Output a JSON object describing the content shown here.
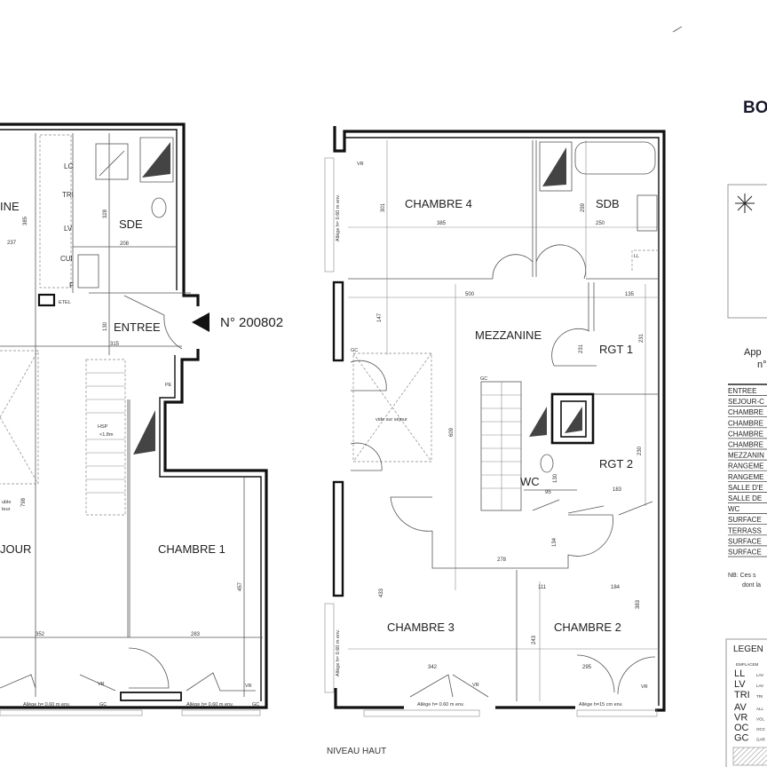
{
  "plan_left": {
    "rooms": {
      "cuisine": "INE",
      "sde": "SDE",
      "entree": "ENTREE",
      "sejour": "JOUR",
      "chambre1": "CHAMBRE 1"
    },
    "fixtures": {
      "lc": "LC",
      "tri": "TRI",
      "lv": "LV",
      "cui": "CUI",
      "f": "F",
      "etel": "ETEL",
      "pe": "PE",
      "hsp1": "HSP",
      "hsp2": "<1.8m",
      "note1": "uble",
      "note2": "teur"
    },
    "apartment_number": "N° 200802",
    "dims": {
      "d385": "385",
      "d237": "237",
      "d328": "328",
      "d208": "208",
      "d130": "130",
      "d315": "315",
      "d798": "798",
      "d352": "352",
      "d283": "283",
      "d457": "457"
    },
    "windows": {
      "allege1": "Allège h= 0.60 m env.",
      "allege2": "Allège h= 0.60 m env.",
      "gc": "GC",
      "vr": "VR"
    }
  },
  "plan_right": {
    "title": "NIVEAU HAUT",
    "rooms": {
      "chambre4": "CHAMBRE 4",
      "sdb": "SDB",
      "mezzanine": "MEZZANINE",
      "rgt1": "RGT 1",
      "rgt2": "RGT 2",
      "wc": "WC",
      "chambre3": "CHAMBRE 3",
      "chambre2": "CHAMBRE 2",
      "vide": "vide sur séjour"
    },
    "fixtures": {
      "ll": "LL",
      "gc": "GC",
      "vr": "VR"
    },
    "dims": {
      "d301": "301",
      "d385": "385",
      "d299": "299",
      "d250": "250",
      "d500": "500",
      "d135": "135",
      "d147": "147",
      "d231a": "231",
      "d231b": "231",
      "d609": "609",
      "d230": "230",
      "d183": "183",
      "d95": "95",
      "d130": "130",
      "d134": "134",
      "d278": "278",
      "d111": "111",
      "d184": "184",
      "d433": "433",
      "d243": "243",
      "d383": "383",
      "d342": "342",
      "d295": "295"
    },
    "windows": {
      "allege_left1": "Allège h= 0.60 m env.",
      "allege_left2": "Allège h= 0.60 m env.",
      "allege_bottom1": "Allège h= 0.60 m env.",
      "allege_bottom2": "Allège h=15 cm env."
    }
  },
  "side_panel": {
    "heading": "BO",
    "apt_label1": "App",
    "apt_label2": "n°",
    "table_rows": [
      "ENTREE",
      "SEJOUR-C",
      "CHAMBRE",
      "CHAMBRE",
      "CHAMBRE",
      "CHAMBRE",
      "MEZZANIN",
      "RANGEME",
      "RANGEME",
      "SALLE D'E",
      "SALLE DE",
      "WC",
      "SURFACE",
      "TERRASS",
      "SURFACE",
      "SURFACE"
    ],
    "note1": "NB: Ces s",
    "note2": "dont la",
    "legend": {
      "title": "LEGEN",
      "subtitle": "EMPLACEM",
      "items": [
        {
          "code": "LL",
          "desc": "LAV"
        },
        {
          "code": "LV",
          "desc": "LAV"
        },
        {
          "code": "TRI",
          "desc": "TRI"
        },
        {
          "code": "AV",
          "desc": "ALL"
        },
        {
          "code": "VR",
          "desc": "VOL"
        },
        {
          "code": "OC",
          "desc": "OCC"
        },
        {
          "code": "GC",
          "desc": "GAR"
        }
      ]
    },
    "compass_icon": "compass-rose-icon"
  }
}
